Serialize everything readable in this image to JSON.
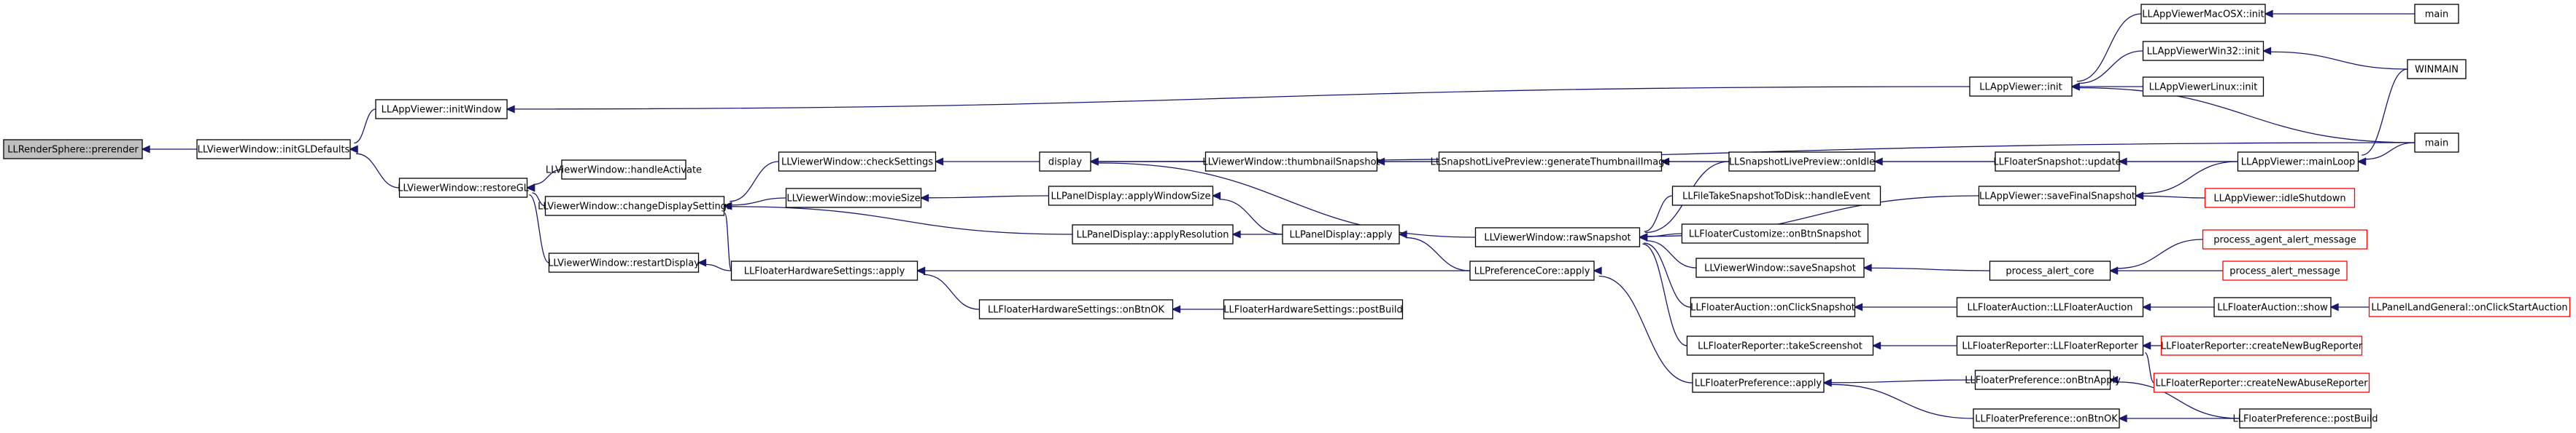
{
  "graph": {
    "colors": {
      "edge": "#191970",
      "root_fill": "#bfbfbf",
      "node_fill": "#ffffff",
      "node_border": "#000000",
      "truncated_border": "#ff0000"
    },
    "nodes": [
      {
        "id": "n0",
        "label": "LLRenderSphere::prerender",
        "style": "root"
      },
      {
        "id": "n1",
        "label": "LLViewerWindow::initGLDefaults"
      },
      {
        "id": "n2",
        "label": "LLAppViewer::initWindow"
      },
      {
        "id": "n3",
        "label": "LLViewerWindow::restoreGL"
      },
      {
        "id": "n4",
        "label": "LLAppViewer::init"
      },
      {
        "id": "n5",
        "label": "LLAppViewerMacOSX::init"
      },
      {
        "id": "n6",
        "label": "main"
      },
      {
        "id": "n7",
        "label": "LLAppViewerWin32::init"
      },
      {
        "id": "n8",
        "label": "WINMAIN"
      },
      {
        "id": "n9",
        "label": "LLAppViewerLinux::init"
      },
      {
        "id": "n10",
        "label": "main"
      },
      {
        "id": "n11",
        "label": "LLViewerWindow::handleActivate"
      },
      {
        "id": "n12",
        "label": "LLViewerWindow::changeDisplaySettings"
      },
      {
        "id": "n13",
        "label": "LLViewerWindow::checkSettings"
      },
      {
        "id": "n14",
        "label": "display"
      },
      {
        "id": "n15",
        "label": "LLViewerWindow::thumbnailSnapshot"
      },
      {
        "id": "n16",
        "label": "LLSnapshotLivePreview::generateThumbnailImage"
      },
      {
        "id": "n17",
        "label": "LLSnapshotLivePreview::onIdle"
      },
      {
        "id": "n18",
        "label": "LLFloaterSnapshot::update"
      },
      {
        "id": "n19",
        "label": "LLAppViewer::mainLoop"
      },
      {
        "id": "n20",
        "label": "LLViewerWindow::movieSize"
      },
      {
        "id": "n21",
        "label": "LLPanelDisplay::applyWindowSize"
      },
      {
        "id": "n22",
        "label": "LLPanelDisplay::applyResolution"
      },
      {
        "id": "n23",
        "label": "LLPanelDisplay::apply"
      },
      {
        "id": "n24",
        "label": "LLViewerWindow::rawSnapshot"
      },
      {
        "id": "n25",
        "label": "LLFileTakeSnapshotToDisk::handleEvent"
      },
      {
        "id": "n26",
        "label": "LLAppViewer::saveFinalSnapshot"
      },
      {
        "id": "n27",
        "label": "LLAppViewer::idleShutdown",
        "style": "truncated"
      },
      {
        "id": "n28",
        "label": "LLFloaterCustomize::onBtnSnapshot"
      },
      {
        "id": "n29",
        "label": "LLViewerWindow::saveSnapshot"
      },
      {
        "id": "n30",
        "label": "process_alert_core"
      },
      {
        "id": "n31",
        "label": "process_agent_alert_message",
        "style": "truncated"
      },
      {
        "id": "n32",
        "label": "process_alert_message",
        "style": "truncated"
      },
      {
        "id": "n33",
        "label": "LLViewerWindow::restartDisplay"
      },
      {
        "id": "n34",
        "label": "LLFloaterHardwareSettings::apply"
      },
      {
        "id": "n35",
        "label": "LLPreferenceCore::apply"
      },
      {
        "id": "n36",
        "label": "LLFloaterHardwareSettings::onBtnOK"
      },
      {
        "id": "n37",
        "label": "LLFloaterHardwareSettings::postBuild"
      },
      {
        "id": "n38",
        "label": "LLFloaterAuction::onClickSnapshot"
      },
      {
        "id": "n39",
        "label": "LLFloaterAuction::LLFloaterAuction"
      },
      {
        "id": "n40",
        "label": "LLFloaterAuction::show"
      },
      {
        "id": "n41",
        "label": "LLPanelLandGeneral::onClickStartAuction",
        "style": "truncated"
      },
      {
        "id": "n42",
        "label": "LLFloaterReporter::takeScreenshot"
      },
      {
        "id": "n43",
        "label": "LLFloaterReporter::LLFloaterReporter"
      },
      {
        "id": "n44",
        "label": "LLFloaterReporter::createNewBugReporter",
        "style": "truncated"
      },
      {
        "id": "n45",
        "label": "LLFloaterReporter::createNewAbuseReporter",
        "style": "truncated"
      },
      {
        "id": "n46",
        "label": "LLFloaterPreference::apply"
      },
      {
        "id": "n47",
        "label": "LLFloaterPreference::onBtnApply"
      },
      {
        "id": "n48",
        "label": "LLFloaterPreference::onBtnOK"
      },
      {
        "id": "n49",
        "label": "LLFloaterPreference::postBuild"
      }
    ],
    "edges": [
      [
        "n1",
        "n0"
      ],
      [
        "n2",
        "n1"
      ],
      [
        "n3",
        "n1"
      ],
      [
        "n4",
        "n2"
      ],
      [
        "n5",
        "n4"
      ],
      [
        "n6",
        "n5"
      ],
      [
        "n7",
        "n4"
      ],
      [
        "n8",
        "n7"
      ],
      [
        "n9",
        "n4"
      ],
      [
        "n10",
        "n4"
      ],
      [
        "n11",
        "n3"
      ],
      [
        "n12",
        "n3"
      ],
      [
        "n13",
        "n12"
      ],
      [
        "n14",
        "n13"
      ],
      [
        "n15",
        "n14"
      ],
      [
        "n16",
        "n15"
      ],
      [
        "n17",
        "n16"
      ],
      [
        "n18",
        "n17"
      ],
      [
        "n19",
        "n18"
      ],
      [
        "n19",
        "n14"
      ],
      [
        "n20",
        "n12"
      ],
      [
        "n21",
        "n20"
      ],
      [
        "n22",
        "n12"
      ],
      [
        "n23",
        "n22"
      ],
      [
        "n23",
        "n21"
      ],
      [
        "n24",
        "n14"
      ],
      [
        "n17",
        "n24"
      ],
      [
        "n25",
        "n24"
      ],
      [
        "n26",
        "n24"
      ],
      [
        "n27",
        "n26"
      ],
      [
        "n28",
        "n24"
      ],
      [
        "n29",
        "n24"
      ],
      [
        "n30",
        "n29"
      ],
      [
        "n31",
        "n30"
      ],
      [
        "n32",
        "n30"
      ],
      [
        "n33",
        "n3"
      ],
      [
        "n34",
        "n33"
      ],
      [
        "n34",
        "n12"
      ],
      [
        "n35",
        "n34"
      ],
      [
        "n35",
        "n23"
      ],
      [
        "n36",
        "n34"
      ],
      [
        "n37",
        "n36"
      ],
      [
        "n38",
        "n24"
      ],
      [
        "n39",
        "n38"
      ],
      [
        "n40",
        "n39"
      ],
      [
        "n41",
        "n40"
      ],
      [
        "n42",
        "n24"
      ],
      [
        "n43",
        "n42"
      ],
      [
        "n44",
        "n43"
      ],
      [
        "n45",
        "n43"
      ],
      [
        "n46",
        "n35"
      ],
      [
        "n47",
        "n46"
      ],
      [
        "n48",
        "n46"
      ],
      [
        "n49",
        "n48"
      ],
      [
        "n19",
        "n26"
      ],
      [
        "n8",
        "n19"
      ],
      [
        "n10",
        "n19"
      ],
      [
        "n49",
        "n47"
      ],
      [
        "n10",
        "n14"
      ]
    ]
  }
}
